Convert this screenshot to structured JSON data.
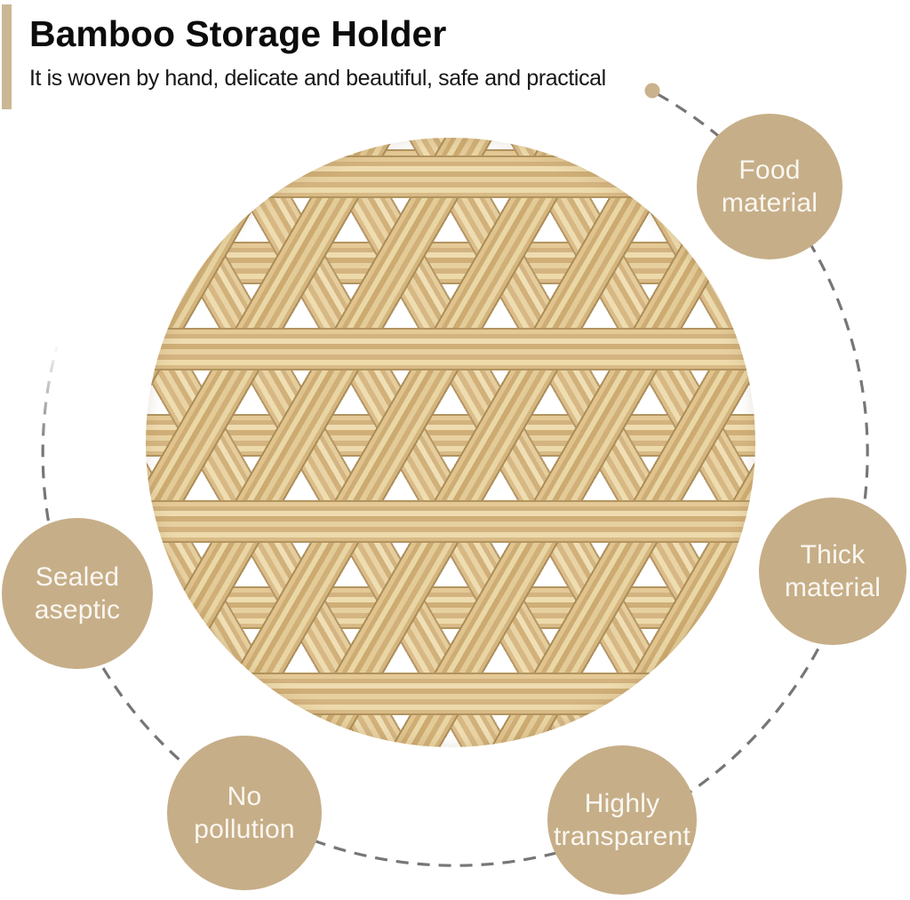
{
  "header": {
    "title": "Bamboo Storage Holder",
    "subtitle": "It is woven by hand, delicate and beautiful, safe and practical"
  },
  "badges": {
    "food": {
      "line1": "Food",
      "line2": "material"
    },
    "thick": {
      "line1": "Thick",
      "line2": "material"
    },
    "sealed": {
      "line1": "Sealed",
      "line2": "aseptic"
    },
    "pollution": {
      "line1": "No",
      "line2": "pollution"
    },
    "transparent": {
      "line1": "Highly",
      "line2": "transparent"
    }
  },
  "colors": {
    "badge_fill": "#c6ae88",
    "badge_text": "#faf7f1",
    "accent_bar": "#cab794",
    "connector_dash": "#767676",
    "connector_dot": "#c9b28c",
    "bamboo_light": "#eedcb0",
    "bamboo_mid": "#d9bd8c",
    "bamboo_dark": "#b2945f"
  }
}
